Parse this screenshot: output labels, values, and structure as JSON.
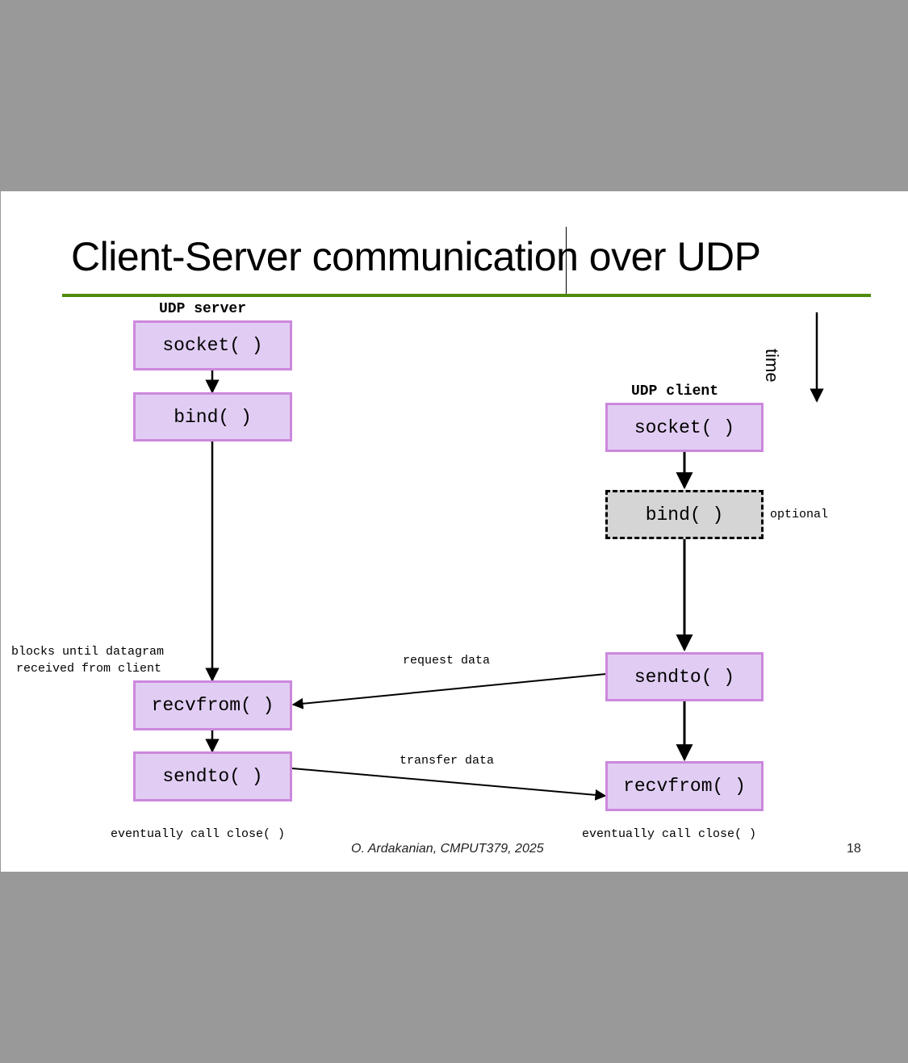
{
  "slide": {
    "title": "Client-Server communication over UDP",
    "footer": "O. Ardakanian, CMPUT379, 2025",
    "page_number": "18"
  },
  "server": {
    "heading": "UDP server",
    "socket": "socket( )",
    "bind": "bind( )",
    "recvfrom": "recvfrom( )",
    "sendto": "sendto( )",
    "blocks_note_line1": "blocks until datagram",
    "blocks_note_line2": "received from client",
    "close_note": "eventually call close( )"
  },
  "client": {
    "heading": "UDP client",
    "socket": "socket( )",
    "bind": "bind( )",
    "optional_label": "optional",
    "sendto": "sendto( )",
    "recvfrom": "recvfrom( )",
    "close_note": "eventually call close( )"
  },
  "messages": {
    "request": "request data",
    "transfer": "transfer data"
  },
  "time_label": "time",
  "colors": {
    "box_fill": "#e1cdf3",
    "box_border": "#cc88dd",
    "optional_fill": "#d5d5d5",
    "title_rule": "#4e8a0c",
    "page_background": "#999999"
  }
}
